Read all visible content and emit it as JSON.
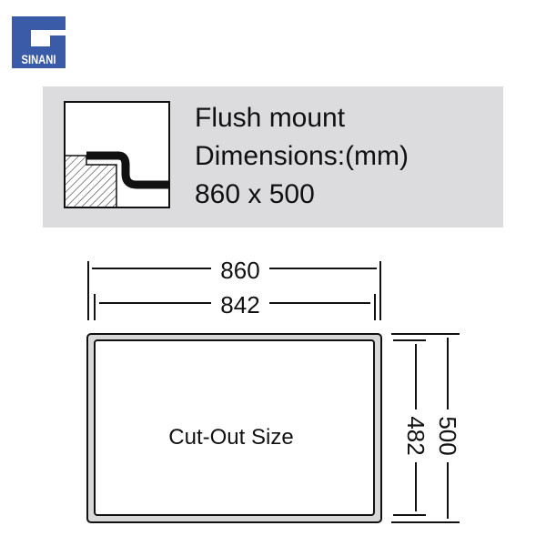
{
  "logo": {
    "brand": "SINANI",
    "color": "#3a5ba8"
  },
  "spec": {
    "mount_type": "Flush mount",
    "dimensions_label": "Dimensions:(mm)",
    "size": "860 x 500"
  },
  "diagram": {
    "outer_width": "860",
    "inner_width": "842",
    "outer_height": "500",
    "inner_height": "482",
    "center_label": "Cut-Out Size"
  }
}
